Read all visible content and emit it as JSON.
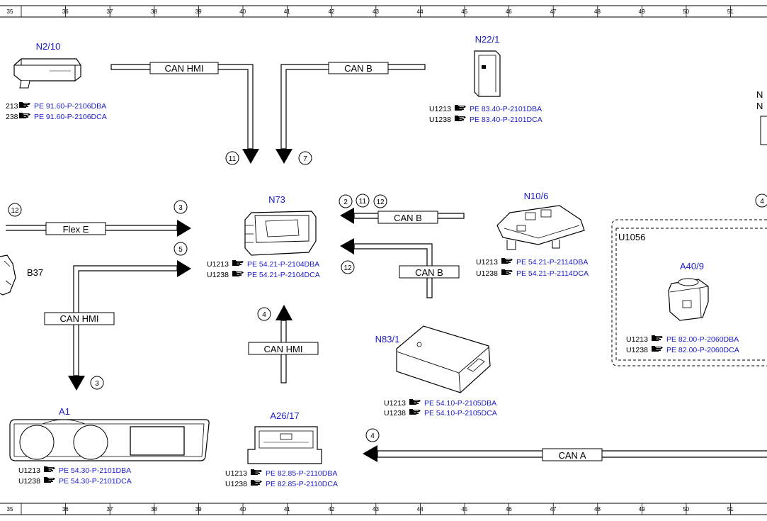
{
  "grid": {
    "columns": [
      "35",
      "36",
      "37",
      "38",
      "39",
      "40",
      "41",
      "42",
      "43",
      "44",
      "45",
      "46",
      "47",
      "48",
      "49",
      "50",
      "51"
    ]
  },
  "buses": {
    "top_left": "CAN HMI",
    "top_right": "CAN B",
    "flex": "Flex E",
    "left_vertical": "CAN HMI",
    "mid_upper": "CAN B",
    "mid_lower": "CAN B",
    "bottom_center": "CAN HMI",
    "bottom": "CAN A"
  },
  "circles": {
    "c11_top": "11",
    "c7": "7",
    "c12_left": "12",
    "c3_flex": "3",
    "c5": "5",
    "c3_bottom": "3",
    "c4_center": "4",
    "c2": "2",
    "c11_mid": "11",
    "c12_mid": "12",
    "c12_lower": "12",
    "c4_bottom": "4",
    "c4_right": "4"
  },
  "components": {
    "n2_10": {
      "label": "N2/10",
      "refs": [
        {
          "code": "213",
          "link": "PE 91.60-P-2106DBA"
        },
        {
          "code": "238",
          "link": "PE 91.60-P-2106DCA"
        }
      ]
    },
    "n22_1": {
      "label": "N22/1",
      "refs": [
        {
          "code": "U1213",
          "link": "PE 83.40-P-2101DBA"
        },
        {
          "code": "U1238",
          "link": "PE 83.40-P-2101DCA"
        }
      ]
    },
    "n73": {
      "label": "N73",
      "refs": [
        {
          "code": "U1213",
          "link": "PE 54.21-P-2104DBA"
        },
        {
          "code": "U1238",
          "link": "PE 54.21-P-2104DCA"
        }
      ]
    },
    "n10_6": {
      "label": "N10/6",
      "refs": [
        {
          "code": "U1213",
          "link": "PE 54.21-P-2114DBA"
        },
        {
          "code": "U1238",
          "link": "PE 54.21-P-2114DCA"
        }
      ]
    },
    "a40_9": {
      "label": "A40/9",
      "refs": [
        {
          "code": "U1213",
          "link": "PE 82.00-P-2060DBA"
        },
        {
          "code": "U1238",
          "link": "PE 82.00-P-2060DCA"
        }
      ]
    },
    "n83_1": {
      "label": "N83/1",
      "refs": [
        {
          "code": "U1213",
          "link": "PE 54.10-P-2105DBA"
        },
        {
          "code": "U1238",
          "link": "PE 54.10-P-2105DCA"
        }
      ]
    },
    "a1": {
      "label": "A1",
      "refs": [
        {
          "code": "U1213",
          "link": "PE 54.30-P-2101DBA"
        },
        {
          "code": "U1238",
          "link": "PE 54.30-P-2101DCA"
        }
      ]
    },
    "a26_17": {
      "label": "A26/17",
      "refs": [
        {
          "code": "U1213",
          "link": "PE 82.85-P-2110DBA"
        },
        {
          "code": "U1238",
          "link": "PE 82.85-P-2110DCA"
        }
      ]
    },
    "b37": {
      "label": "B37"
    },
    "u1056": {
      "label": "U1056"
    },
    "edge_n": {
      "label": "N"
    }
  },
  "icons": {
    "reference": "pointing-hand-icon"
  }
}
